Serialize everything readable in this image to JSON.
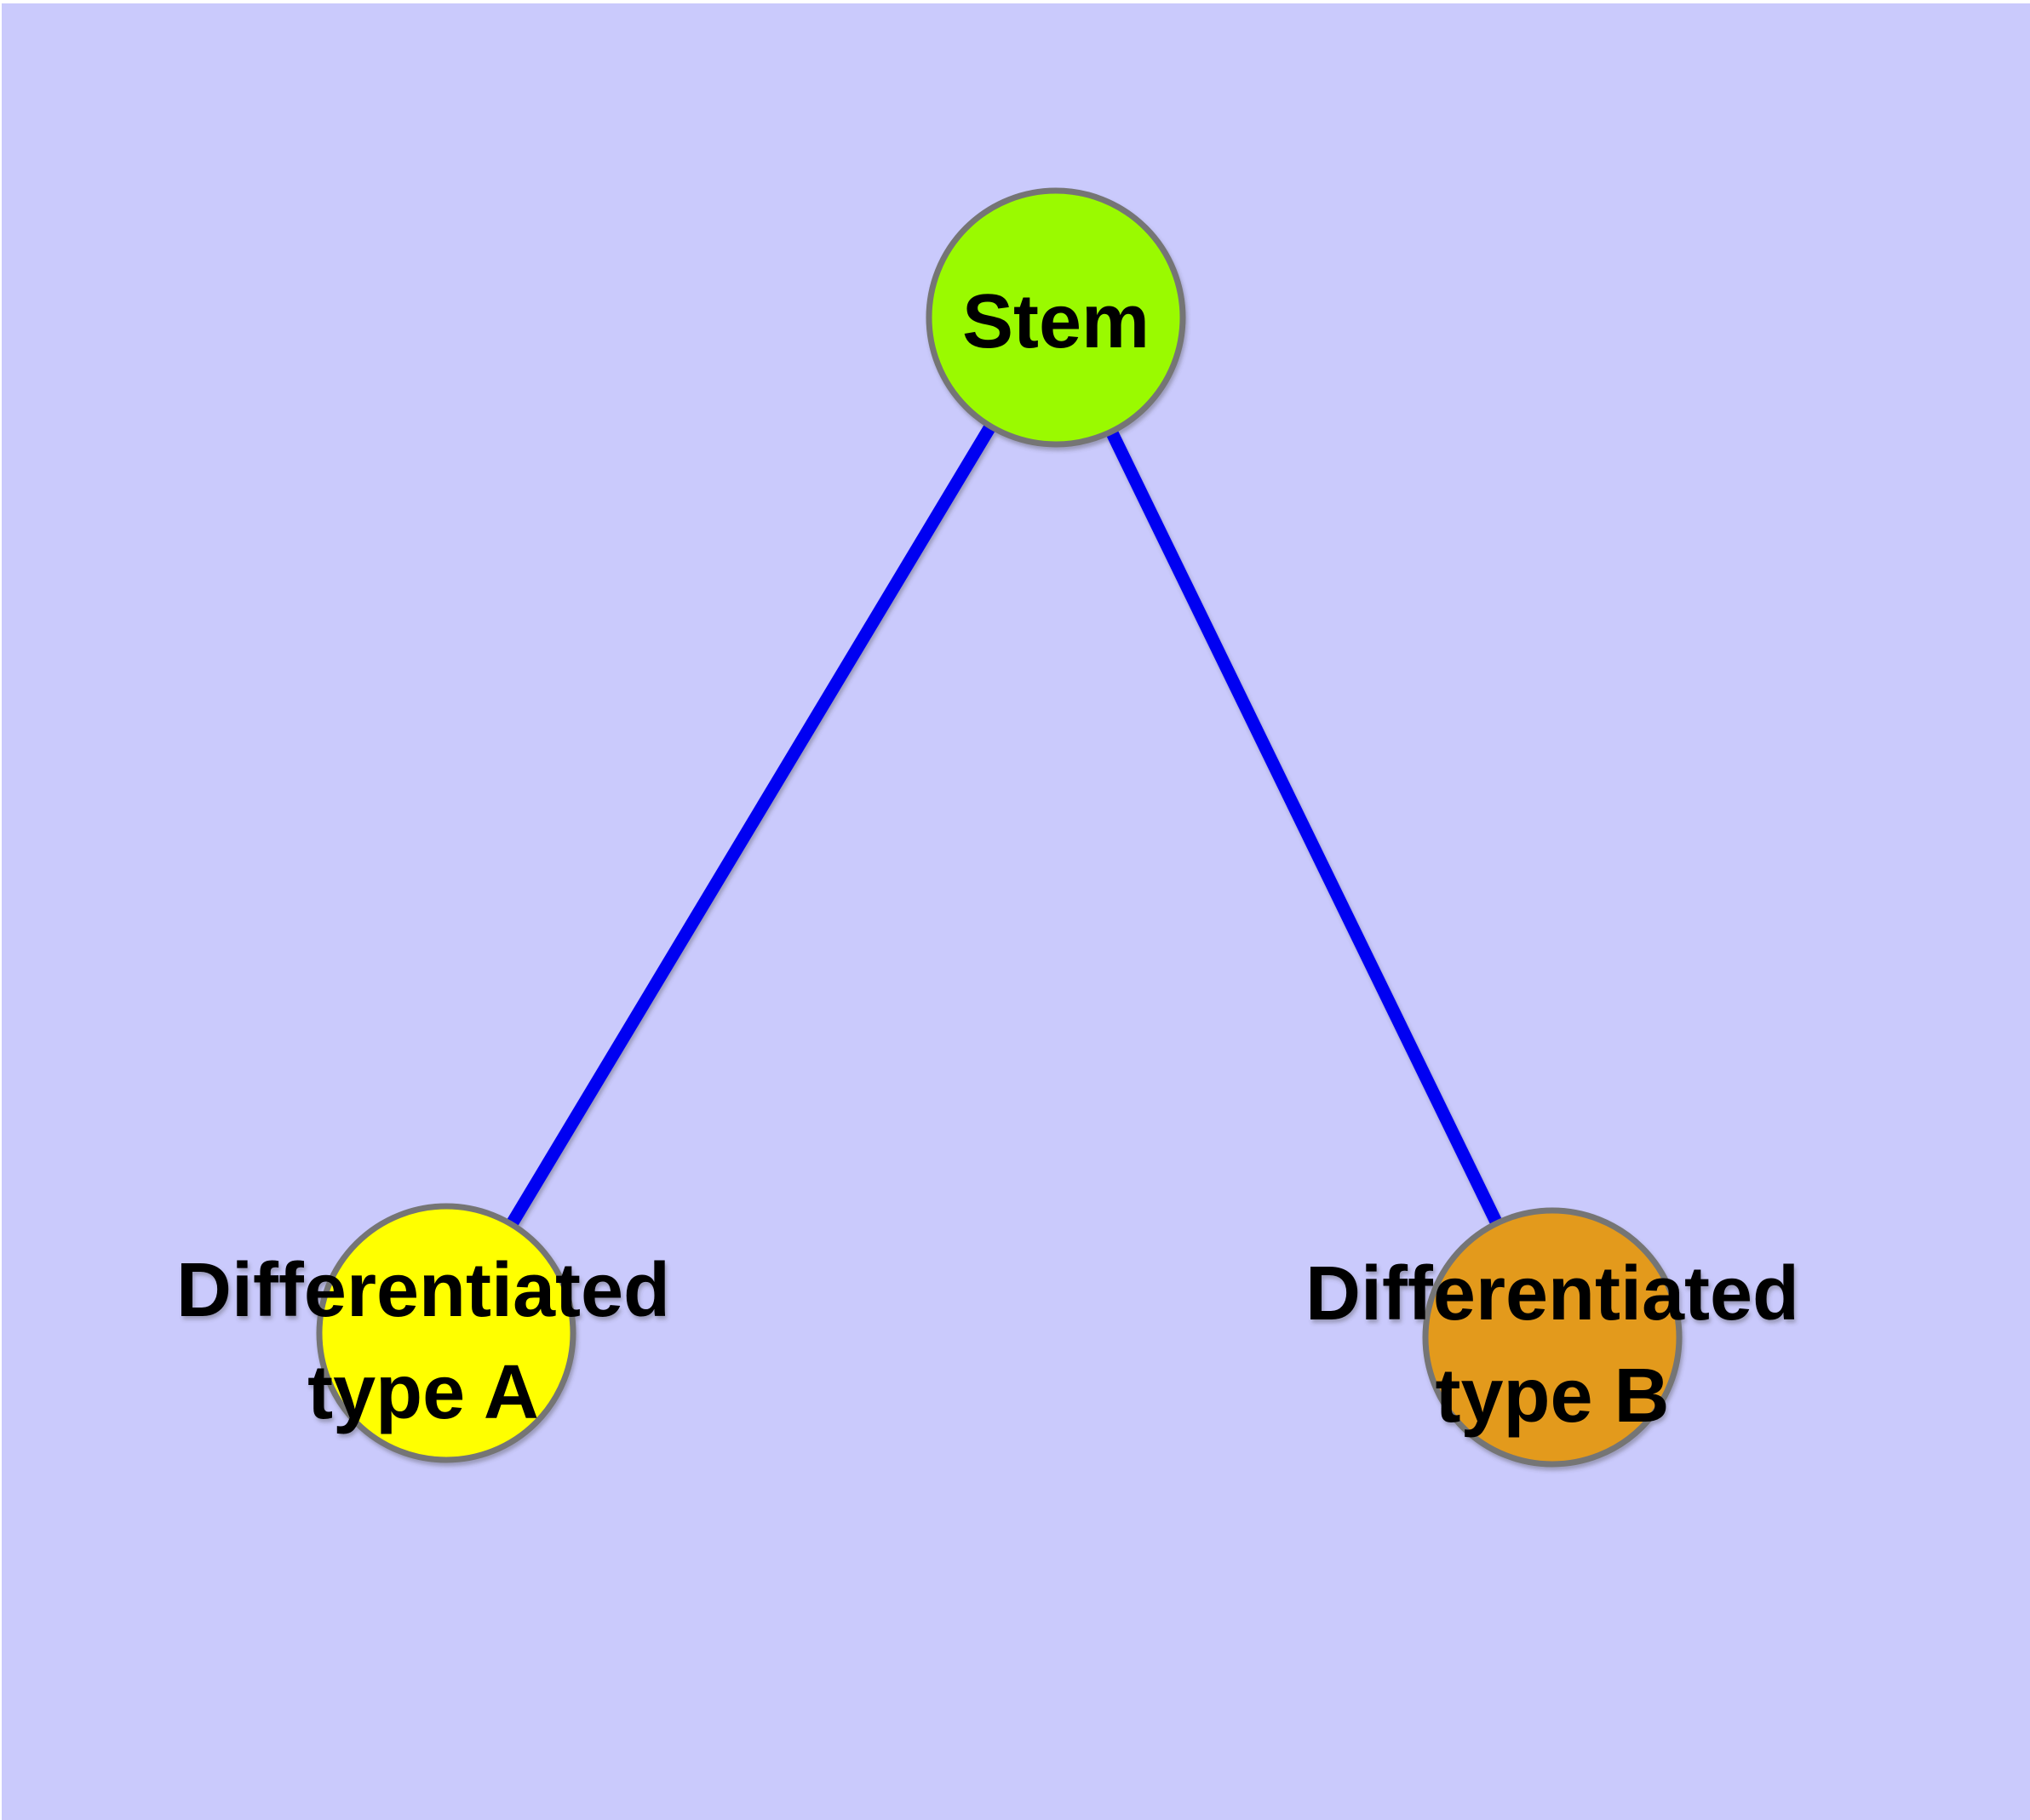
{
  "figure": {
    "background_color": "#CACAFC",
    "frame_color": "#FFFFFF",
    "edge_color": "#0404F2",
    "node_border_color": "#757575",
    "text_color": "#000000",
    "nodes": [
      {
        "id": "stem",
        "label": "Stem",
        "fill": "#9AFA00"
      },
      {
        "id": "differentiated-type-a",
        "label": "Differentiated type A",
        "label_line1": "Differentiated",
        "label_line2": "type A",
        "fill": "#FFFF00"
      },
      {
        "id": "differentiated-type-b",
        "label": "Differentiated type B",
        "label_line1": "Differentiated",
        "label_line2": "type B",
        "fill": "#E39A1D"
      }
    ],
    "edges": [
      {
        "from": "Stem",
        "to": "Differentiated type A"
      },
      {
        "from": "Stem",
        "to": "Differentiated type B"
      }
    ]
  }
}
